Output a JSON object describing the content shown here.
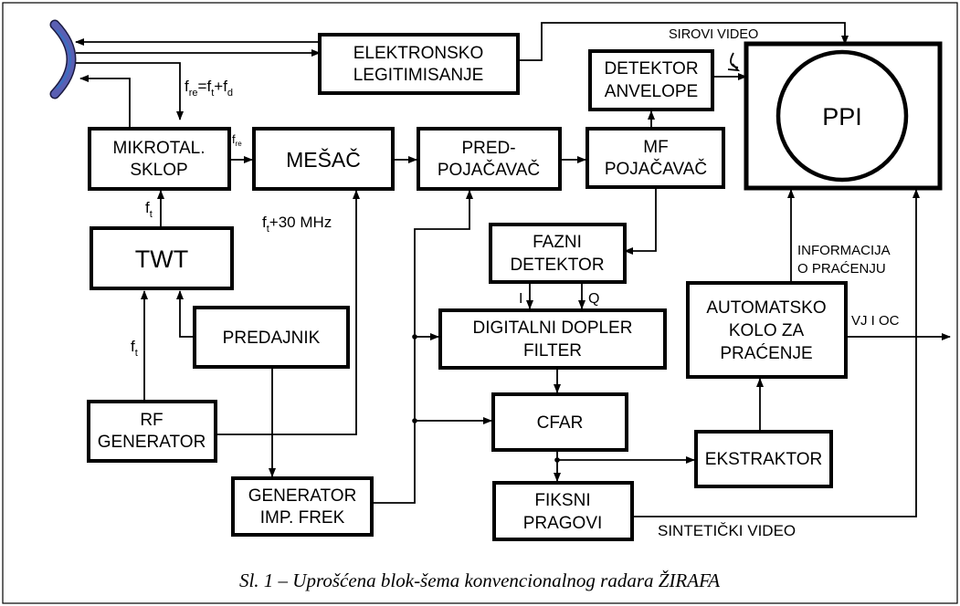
{
  "blocks": {
    "elektronsko": [
      "ELEKTRONSKO",
      "LEGITIMISANJE"
    ],
    "detektor_anvelope": [
      "DETEKTOR",
      "ANVELOPE"
    ],
    "mikrotal": [
      "MIKROTAL.",
      "SKLOP"
    ],
    "mesac": "MEŠAČ",
    "predpojacavac": [
      "PRED-",
      "POJAČAVAČ"
    ],
    "mf_pojacavac": [
      "MF",
      "POJAČAVAČ"
    ],
    "ppi": "PPI",
    "twt": "TWT",
    "fazni_detektor": [
      "FAZNI",
      "DETEKTOR"
    ],
    "predajnik": "PREDAJNIK",
    "dopler_filter": [
      "DIGITALNI DOPLER",
      "FILTER"
    ],
    "automatsko_kolo": [
      "AUTOMATSKO",
      "KOLO ZA",
      "PRAĆENJE"
    ],
    "rf_generator": [
      "RF",
      "GENERATOR"
    ],
    "cfar": "CFAR",
    "ekstraktor": "EKSTRAKTOR",
    "generator_imp": [
      "GENERATOR",
      "IMP. FREK"
    ],
    "fiksni_pragovi": [
      "FIKSNI",
      "PRAGOVI"
    ]
  },
  "signals": {
    "sirovi_video": "SIROVI VIDEO",
    "f_symbol": "f",
    "fre_sub": "re",
    "t_sub": "t",
    "d_sub": "d",
    "equals": "=",
    "plus": "+",
    "plus_30mhz": "+30 MHz",
    "informacija": [
      "INFORMACIJA",
      "O PRAĆENJU"
    ],
    "vj_oc": "VJ I OC",
    "i_out": "I",
    "q_out": "Q",
    "sinteticki_video": "SINTETIČKI VIDEO"
  },
  "caption": "Sl. 1 – Uprošćena blok-šema konvencionalnog radara ŽIRAFA",
  "colors": {
    "antenna_outer": "#5a5fb3",
    "antenna_inner": "#3c6ec0",
    "antenna_edge": "#1a1a40",
    "ink": "#000000"
  }
}
